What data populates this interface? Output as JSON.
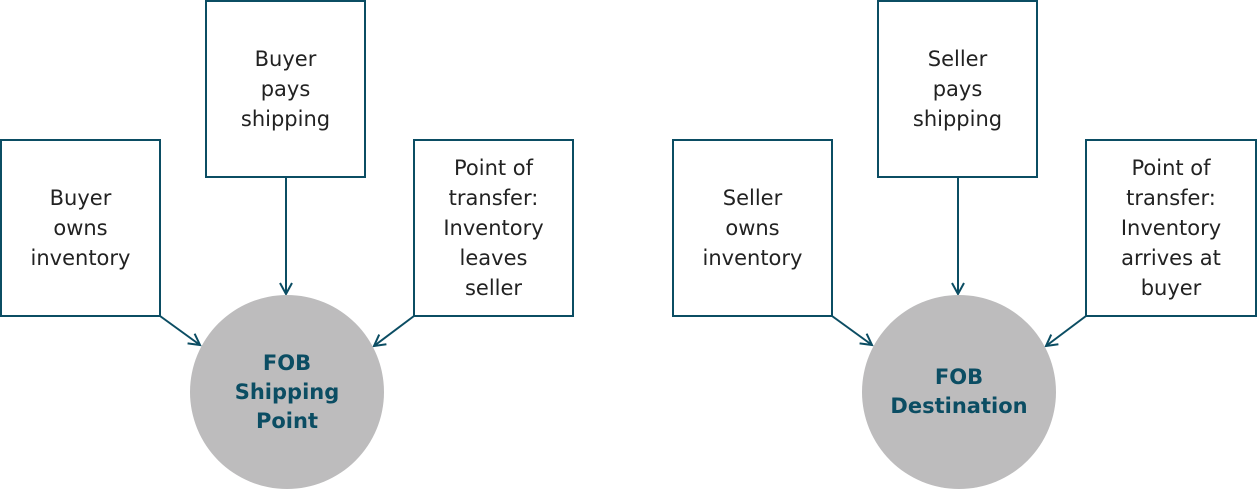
{
  "colors": {
    "accent": "#0b4d63",
    "circle_fill": "#bdbcbd",
    "text": "#222222"
  },
  "left_diagram": {
    "center": "FOB\nShipping\nPoint",
    "box_top": "Buyer\npays\nshipping",
    "box_left": "Buyer\nowns\ninventory",
    "box_right": "Point of\ntransfer:\nInventory\nleaves\nseller"
  },
  "right_diagram": {
    "center": "FOB\nDestination",
    "box_top": "Seller\npays\nshipping",
    "box_left": "Seller\nowns\ninventory",
    "box_right": "Point of\ntransfer:\nInventory\narrives at\nbuyer"
  }
}
